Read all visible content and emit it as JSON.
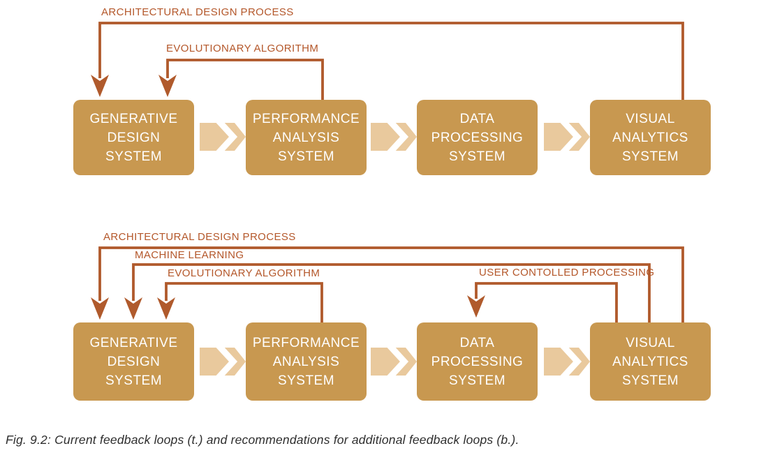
{
  "colors": {
    "box_fill": "#c89850",
    "box_text": "#ffffff",
    "connector_fill": "#e9c99d",
    "loop_line": "#b05a2c",
    "loop_label_text": "#b4572a",
    "caption_text": "#2e2e2e",
    "background": "#ffffff"
  },
  "diagrams": [
    {
      "id": "current-feedback-loops",
      "boxes": [
        {
          "lines": [
            "GENERATIVE",
            "DESIGN",
            "SYSTEM"
          ]
        },
        {
          "lines": [
            "PERFORMANCE",
            "ANALYSIS",
            "SYSTEM"
          ]
        },
        {
          "lines": [
            "DATA",
            "PROCESSING",
            "SYSTEM"
          ]
        },
        {
          "lines": [
            "VISUAL",
            "ANALYTICS",
            "SYSTEM"
          ]
        }
      ],
      "loops": [
        {
          "label": "ARCHITECTURAL DESIGN PROCESS",
          "from": "VISUAL ANALYTICS SYSTEM",
          "to": "GENERATIVE DESIGN SYSTEM"
        },
        {
          "label": "EVOLUTIONARY ALGORITHM",
          "from": "PERFORMANCE ANALYSIS SYSTEM",
          "to": "GENERATIVE DESIGN SYSTEM"
        }
      ]
    },
    {
      "id": "recommended-feedback-loops",
      "boxes": [
        {
          "lines": [
            "GENERATIVE",
            "DESIGN",
            "SYSTEM"
          ]
        },
        {
          "lines": [
            "PERFORMANCE",
            "ANALYSIS",
            "SYSTEM"
          ]
        },
        {
          "lines": [
            "DATA",
            "PROCESSING",
            "SYSTEM"
          ]
        },
        {
          "lines": [
            "VISUAL",
            "ANALYTICS",
            "SYSTEM"
          ]
        }
      ],
      "loops": [
        {
          "label": "ARCHITECTURAL DESIGN PROCESS",
          "from": "VISUAL ANALYTICS SYSTEM",
          "to": "GENERATIVE DESIGN SYSTEM"
        },
        {
          "label": "MACHINE LEARNING",
          "from": "VISUAL ANALYTICS SYSTEM",
          "to": "GENERATIVE DESIGN SYSTEM"
        },
        {
          "label": "EVOLUTIONARY ALGORITHM",
          "from": "PERFORMANCE ANALYSIS SYSTEM",
          "to": "GENERATIVE DESIGN SYSTEM"
        },
        {
          "label": "USER CONTOLLED PROCESSING",
          "from": "VISUAL ANALYTICS SYSTEM",
          "to": "DATA PROCESSING SYSTEM"
        }
      ]
    }
  ],
  "caption": "Fig. 9.2: Current feedback loops (t.) and recommendations for additional feedback loops (b.)."
}
